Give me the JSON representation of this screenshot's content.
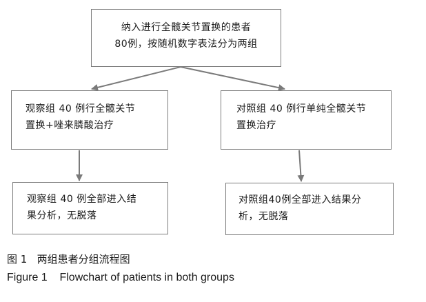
{
  "boxes": {
    "top": {
      "line1": "纳入进行全髋关节置换的患者",
      "line2": "80例，按随机数字表法分为两组"
    },
    "observation": {
      "line1": "观察组 40 例行全髋关节",
      "line2": "置换+唑来膦酸治疗"
    },
    "control": {
      "line1": "对照组 40 例行单纯全髋关节",
      "line2": "置换治疗"
    },
    "observation_result": {
      "line1": "观察组 40 例全部进入结",
      "line2": "果分析，无脱落"
    },
    "control_result": {
      "line1": "对照组40例全部进入结果分",
      "line2": "析，无脱落"
    }
  },
  "caption": {
    "cn": "图 1   两组患者分组流程图",
    "en": "Figure 1    Flowchart of patients in both groups"
  },
  "colors": {
    "border": "#7a7a7a",
    "arrow": "#7a7a7a",
    "text": "#1a1a1a"
  }
}
